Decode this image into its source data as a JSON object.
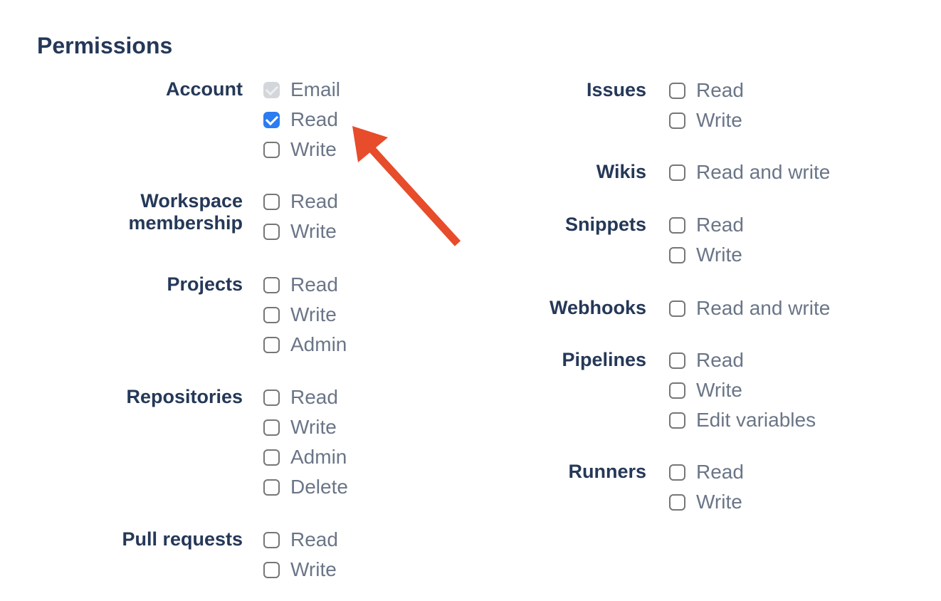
{
  "page": {
    "heading": "Permissions"
  },
  "colors": {
    "heading": "#253858",
    "label": "#253858",
    "option": "#6a7587",
    "checkbox_border": "#767676",
    "checked_fill": "#2a7cf2",
    "disabled_fill": "#d3d6db",
    "disabled_check": "#eceef0",
    "arrow": "#E74C2B"
  },
  "permissions": {
    "left": [
      {
        "label": "Account",
        "options": [
          {
            "label": "Email",
            "state": "disabled-checked"
          },
          {
            "label": "Read",
            "state": "checked"
          },
          {
            "label": "Write",
            "state": "unchecked"
          }
        ]
      },
      {
        "label": "Workspace membership",
        "options": [
          {
            "label": "Read",
            "state": "unchecked"
          },
          {
            "label": "Write",
            "state": "unchecked"
          }
        ]
      },
      {
        "label": "Projects",
        "options": [
          {
            "label": "Read",
            "state": "unchecked"
          },
          {
            "label": "Write",
            "state": "unchecked"
          },
          {
            "label": "Admin",
            "state": "unchecked"
          }
        ]
      },
      {
        "label": "Repositories",
        "options": [
          {
            "label": "Read",
            "state": "unchecked"
          },
          {
            "label": "Write",
            "state": "unchecked"
          },
          {
            "label": "Admin",
            "state": "unchecked"
          },
          {
            "label": "Delete",
            "state": "unchecked"
          }
        ]
      },
      {
        "label": "Pull requests",
        "options": [
          {
            "label": "Read",
            "state": "unchecked"
          },
          {
            "label": "Write",
            "state": "unchecked"
          }
        ]
      }
    ],
    "right": [
      {
        "label": "Issues",
        "options": [
          {
            "label": "Read",
            "state": "unchecked"
          },
          {
            "label": "Write",
            "state": "unchecked"
          }
        ]
      },
      {
        "label": "Wikis",
        "options": [
          {
            "label": "Read and write",
            "state": "unchecked"
          }
        ]
      },
      {
        "label": "Snippets",
        "options": [
          {
            "label": "Read",
            "state": "unchecked"
          },
          {
            "label": "Write",
            "state": "unchecked"
          }
        ]
      },
      {
        "label": "Webhooks",
        "options": [
          {
            "label": "Read and write",
            "state": "unchecked"
          }
        ]
      },
      {
        "label": "Pipelines",
        "options": [
          {
            "label": "Read",
            "state": "unchecked"
          },
          {
            "label": "Write",
            "state": "unchecked"
          },
          {
            "label": "Edit variables",
            "state": "unchecked"
          }
        ]
      },
      {
        "label": "Runners",
        "options": [
          {
            "label": "Read",
            "state": "unchecked"
          },
          {
            "label": "Write",
            "state": "unchecked"
          }
        ]
      }
    ]
  },
  "annotation": {
    "arrow_points_at": "Account Read checkbox"
  }
}
